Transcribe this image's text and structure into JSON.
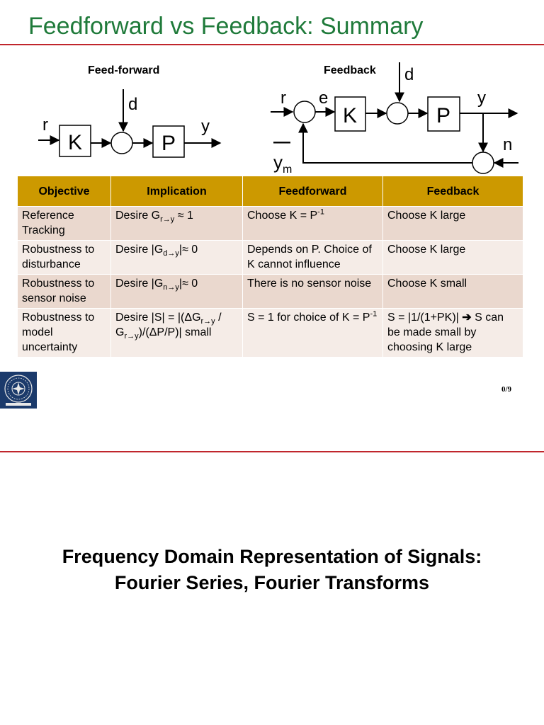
{
  "slide1": {
    "title": "Feedforward vs Feedback: Summary",
    "diagrams": {
      "feedforward": {
        "label": "Feed-forward",
        "signal_r": "r",
        "signal_d": "d",
        "signal_y": "y",
        "block_k": "K",
        "block_p": "P"
      },
      "feedback": {
        "label": "Feedback",
        "signal_r": "r",
        "signal_e": "e",
        "signal_d": "d",
        "signal_y": "y",
        "signal_n": "n",
        "signal_ym": "y",
        "signal_ym_sub": "m",
        "minus_sign": "—",
        "block_k": "K",
        "block_p": "P"
      }
    },
    "table": {
      "headers": [
        "Objective",
        "Implication",
        "Feedforward",
        "Feedback"
      ],
      "rows": [
        {
          "objective": "Reference Tracking",
          "implication": {
            "pre": "Desire G",
            "sub": "r→y",
            "post": " ≈ 1"
          },
          "feedforward": {
            "pre": "Choose K = P",
            "sup": "-1",
            "post": ""
          },
          "feedback": "Choose K large"
        },
        {
          "objective": "Robustness to disturbance",
          "implication": {
            "pre": "Desire |G",
            "sub": "d→y",
            "post": "|≈ 0"
          },
          "feedforward": "Depends on P. Choice of K cannot influence",
          "feedback": "Choose K large"
        },
        {
          "objective": "Robustness to sensor noise",
          "implication": {
            "pre": "Desire |G",
            "sub": "n→y",
            "post": "|≈ 0"
          },
          "feedforward": "There is no sensor noise",
          "feedback": "Choose K small"
        },
        {
          "objective": "Robustness to model uncertainty",
          "implication": {
            "a": "Desire |S| = |(ΔG",
            "sub1": "r→y",
            "b": " / G",
            "sub2": "r→y",
            "c": ")/(ΔP/P)| small"
          },
          "feedforward": {
            "pre": "S = 1 for choice of K = P",
            "sup": "-1",
            "post": ""
          },
          "feedback": {
            "pre": "S = |1/(1+PK)| ",
            "arrow": "➔",
            "post": " S can be made small by choosing K large"
          }
        }
      ]
    },
    "page_number": "0/9"
  },
  "slide2": {
    "title_line1": "Frequency Domain Representation of Signals:",
    "title_line2": "Fourier Series, Fourier Transforms"
  },
  "colors": {
    "title_green": "#1f7a3a",
    "separator_red": "#c0262c",
    "table_header_gold": "#cc9900",
    "row_odd": "#ead8ce",
    "row_even": "#f5ece7",
    "logo_navy": "#1b3a6b"
  }
}
